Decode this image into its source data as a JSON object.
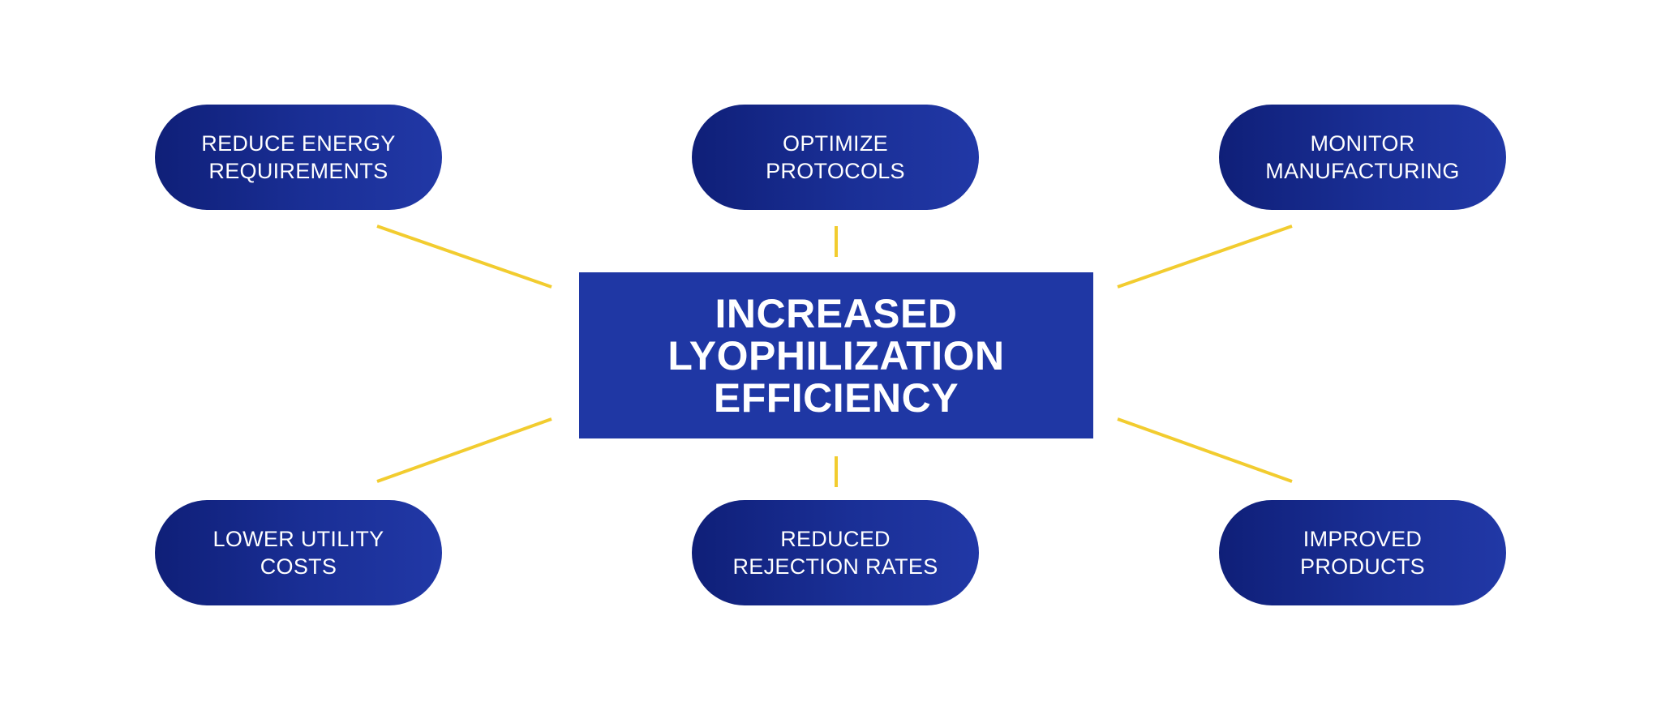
{
  "center": {
    "title": "INCREASED\nLYOPHILIZATION\nEFFICIENCY"
  },
  "nodes": {
    "top_left": "REDUCE ENERGY\nREQUIREMENTS",
    "top_center": "OPTIMIZE\nPROTOCOLS",
    "top_right": "MONITOR\nMANUFACTURING",
    "bottom_left": "LOWER UTILITY\nCOSTS",
    "bottom_center": "REDUCED\nREJECTION RATES",
    "bottom_right": "IMPROVED\nPRODUCTS"
  },
  "colors": {
    "background": "#ffffff",
    "node_fill": "#1a2f96",
    "center_fill": "#1f37a4",
    "connector": "#f2cc2f",
    "text": "#ffffff"
  }
}
